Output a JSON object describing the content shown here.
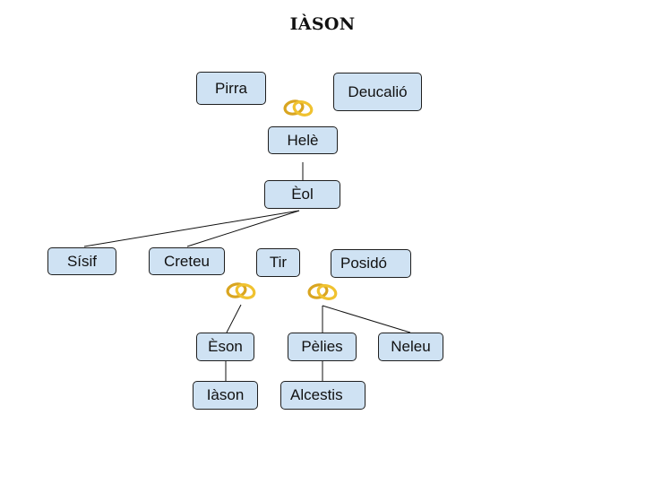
{
  "title": "IÀSON",
  "nodes": {
    "pirra": "Pirra",
    "deucalio": "Deucalió",
    "hele": "Helè",
    "eol": "Èol",
    "sisif": "Sísif",
    "creteu": "Creteu",
    "tir": "Tir",
    "posido": "Posidó",
    "eson": "Èson",
    "pelies": "Pèlies",
    "neleu": "Neleu",
    "iason": "Iàson",
    "alcestis": "Alcestis"
  },
  "icons": {
    "marriage": "wedding-rings-icon"
  },
  "colors": {
    "node_fill": "#cfe2f3",
    "node_border": "#1f1f1f",
    "ring_gold": "#e8b923"
  }
}
